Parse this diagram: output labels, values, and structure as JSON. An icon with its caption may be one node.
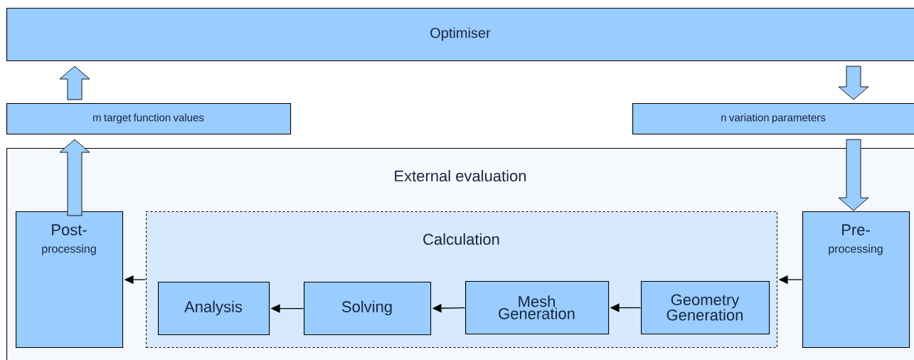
{
  "diagram": {
    "nodes": [
      {
        "text": [
          "Optimiser"
        ]
      },
      {
        "text": [
          "m target function values"
        ]
      },
      {
        "text": [
          "n variation parameters"
        ]
      },
      {
        "text": [
          "External evaluation"
        ]
      },
      {
        "text": [
          "Post-",
          "processing"
        ],
        "in": 3
      },
      {
        "text": [
          "Calculation"
        ],
        "in": 3
      },
      {
        "text": [
          "Analysis"
        ],
        "in": 5
      },
      {
        "text": [
          "Solving"
        ],
        "in": 5
      },
      {
        "text": [
          "Mesh Generation"
        ],
        "in": 5
      },
      {
        "text": [
          "Geometry Generation"
        ],
        "in": 5
      },
      {
        "text": [
          "Pre-",
          "processing"
        ],
        "in": 3
      }
    ],
    "edges": [
      {
        "from": 1,
        "to": 0,
        "arrow": "to",
        "style": "thick"
      },
      {
        "from": 4,
        "to": 1,
        "arrow": "to",
        "style": "thick"
      },
      {
        "from": 0,
        "to": 2,
        "arrow": "to",
        "style": "thick"
      },
      {
        "from": 2,
        "to": 10,
        "arrow": "to",
        "style": "thick"
      },
      {
        "from": 10,
        "to": 5,
        "arrow": "to"
      },
      {
        "from": 5,
        "to": 4,
        "arrow": "to"
      },
      {
        "from": 9,
        "to": 8,
        "arrow": "to"
      },
      {
        "from": 8,
        "to": 7,
        "arrow": "to"
      },
      {
        "from": 7,
        "to": 6,
        "arrow": "to"
      }
    ]
  }
}
